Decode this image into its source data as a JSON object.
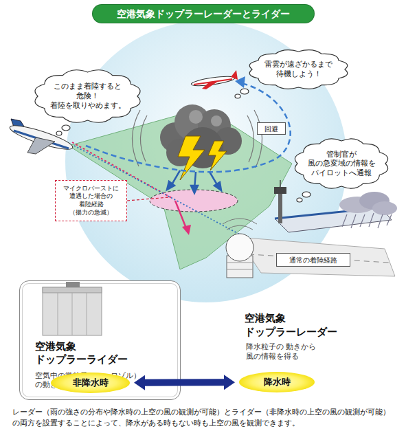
{
  "diagram": {
    "title": "空港気象ドップラーレーダーとライダー",
    "caption": "レーダー（雨の強さの分布や降水時の上空の風の観測が可能）とライダー（非降水時の上空の風の観測が可能）の両方を設置することによって、降水がある時もない時も上空の風を観測できます。",
    "nodes": [
      {
        "text": [
          "このまま着陸すると 危険！ 着陸を取りやめます。"
        ]
      },
      {
        "text": [
          "雷雲が遠ざかるまで 待機しよう！"
        ]
      },
      {
        "text": [
          "管制官が 風の急変域の情報を パイロットへ通報"
        ]
      },
      {
        "text": [
          "マイクロバーストに 遭遇した場合の 着陸経路 （揚力の急減）"
        ]
      },
      {
        "text": [
          "回避"
        ]
      },
      {
        "text": [
          "通常の着陸経路"
        ]
      },
      {
        "text": [
          "空港気象 ドップラーライダー",
          "空気中の微粒子（エーロゾル） の動きから風の情報を得る"
        ]
      },
      {
        "text": [
          "非降水時"
        ],
        "in": 6
      },
      {
        "text": [
          "降水時"
        ]
      }
    ],
    "edges": [
      {
        "from": 7,
        "to": 8,
        "arrow": "both"
      }
    ],
    "labels": [
      "空港気象 ドップラーレーダー",
      "降水粒子の 動きから 風の情報を得る"
    ]
  }
}
